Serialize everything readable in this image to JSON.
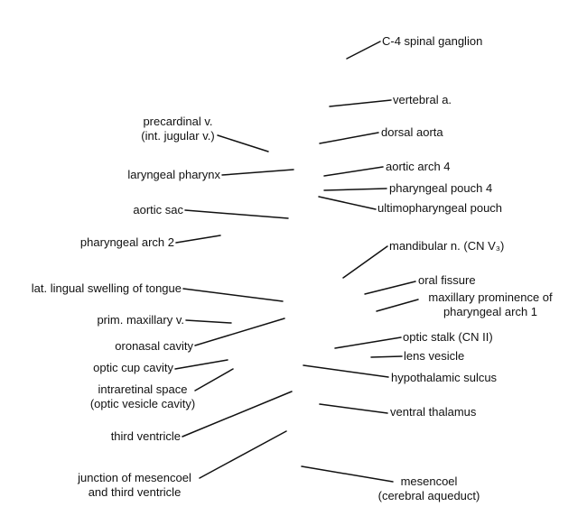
{
  "colors": {
    "background": "#ffffff",
    "text": "#111111",
    "leader_line": "#111111"
  },
  "labels": {
    "c4_spinal_ganglion": "C-4 spinal ganglion",
    "vertebral_a": "vertebral a.",
    "precardinal_v_line1": "precardinal v.",
    "precardinal_v_line2": "(int. jugular v.)",
    "dorsal_aorta": "dorsal aorta",
    "laryngeal_pharynx": "laryngeal pharynx",
    "aortic_arch_4": "aortic arch 4",
    "pharyngeal_pouch_4": "pharyngeal pouch 4",
    "aortic_sac": "aortic sac",
    "ultimopharyngeal_pouch": "ultimopharyngeal pouch",
    "pharyngeal_arch_2": "pharyngeal arch 2",
    "mandibular_n": "mandibular n. (CN V₃)",
    "oral_fissure": "oral fissure",
    "lat_lingual_swelling": "lat. lingual swelling of tongue",
    "maxillary_prominence_line1": "maxillary prominence of",
    "maxillary_prominence_line2": "pharyngeal arch 1",
    "prim_maxillary_v": "prim. maxillary v.",
    "optic_stalk": "optic stalk (CN II)",
    "oronasal_cavity": "oronasal cavity",
    "lens_vesicle": "lens vesicle",
    "optic_cup_cavity": "optic cup cavity",
    "hypothalamic_sulcus": "hypothalamic sulcus",
    "intraretinal_space_line1": "intraretinal space",
    "intraretinal_space_line2": "(optic vesicle cavity)",
    "ventral_thalamus": "ventral thalamus",
    "third_ventricle": "third ventricle",
    "junction_line1": "junction of mesencoel",
    "junction_line2": "and third ventricle",
    "mesencoel_line1": "mesencoel",
    "mesencoel_line2": "(cerebral aqueduct)"
  }
}
